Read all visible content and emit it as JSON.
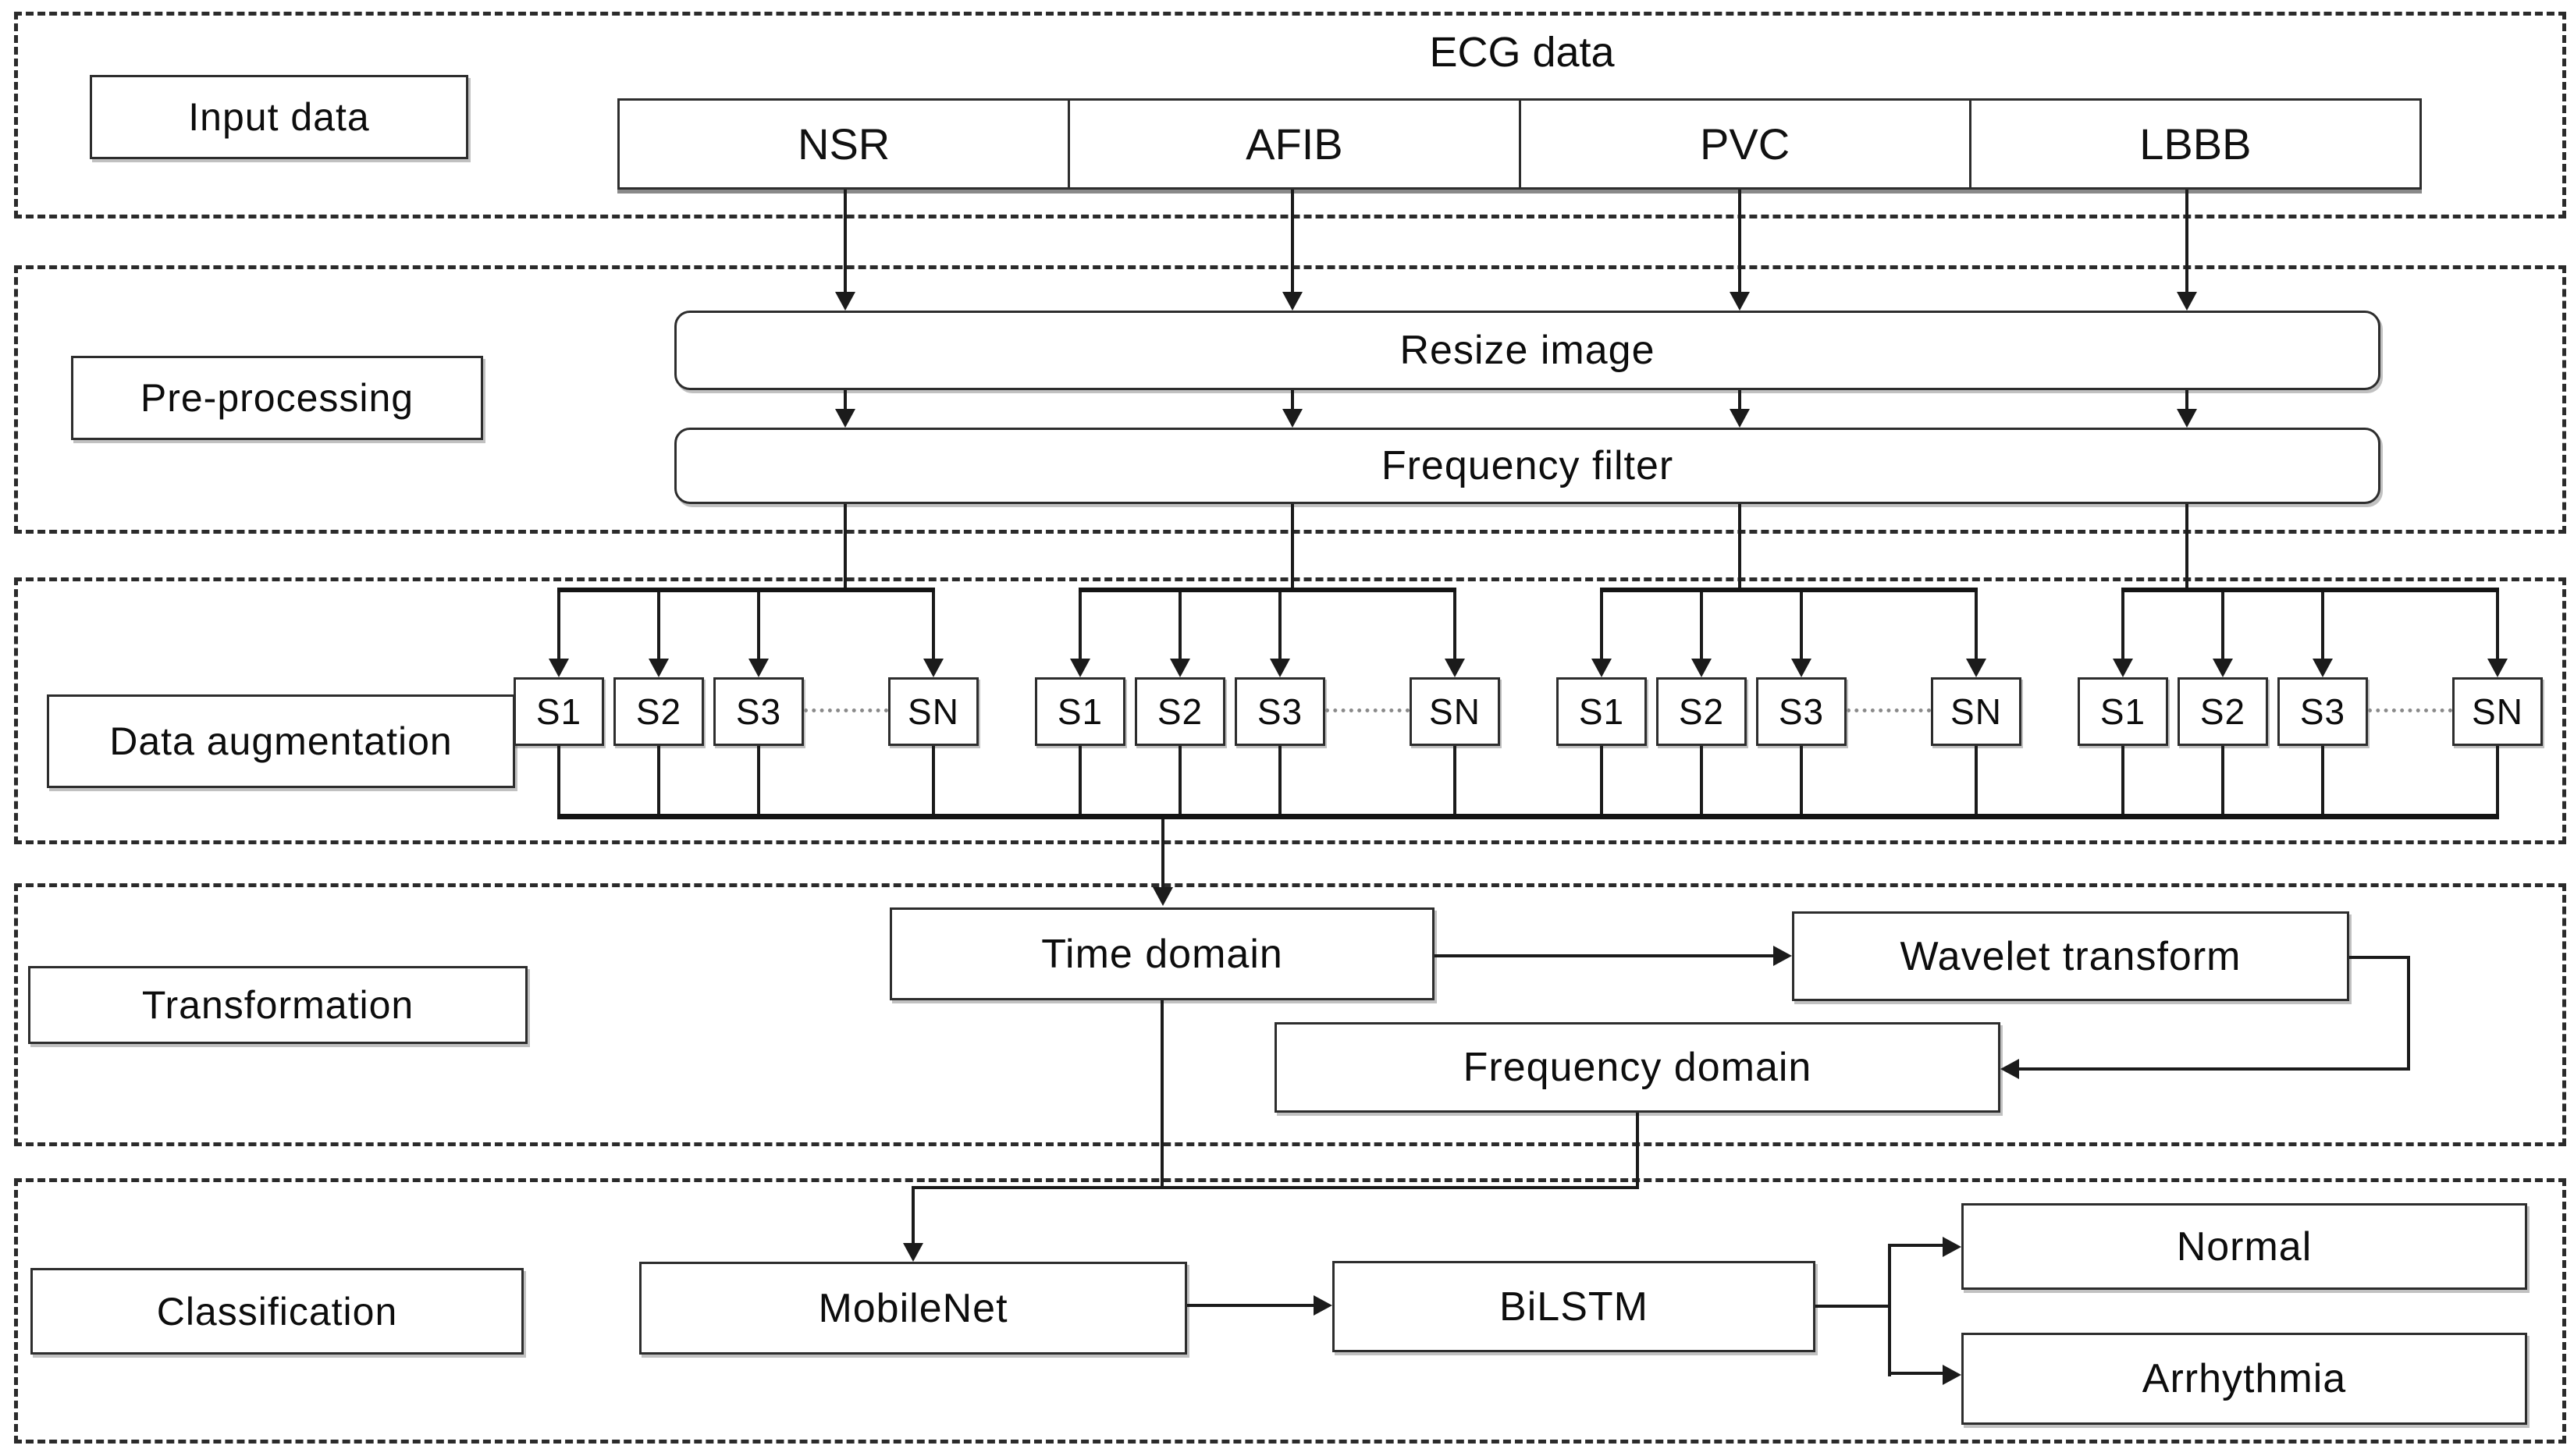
{
  "stages": {
    "input": {
      "label": "Input data",
      "dataset_title": "ECG data",
      "classes": [
        "NSR",
        "AFIB",
        "PVC",
        "LBBB"
      ]
    },
    "preprocessing": {
      "label": "Pre-processing",
      "steps": [
        "Resize image",
        "Frequency filter"
      ]
    },
    "augmentation": {
      "label": "Data augmentation",
      "sample_labels": [
        "S1",
        "S2",
        "S3",
        "SN"
      ]
    },
    "transformation": {
      "label": "Transformation",
      "time_domain": "Time domain",
      "wavelet": "Wavelet transform",
      "frequency_domain": "Frequency domain"
    },
    "classification": {
      "label": "Classification",
      "cnn": "MobileNet",
      "rnn": "BiLSTM",
      "outputs": [
        "Normal",
        "Arrhythmia"
      ]
    }
  },
  "colors": {
    "line": "#1b1b1b",
    "box_border": "#2d2d2d",
    "background": "#ffffff"
  }
}
